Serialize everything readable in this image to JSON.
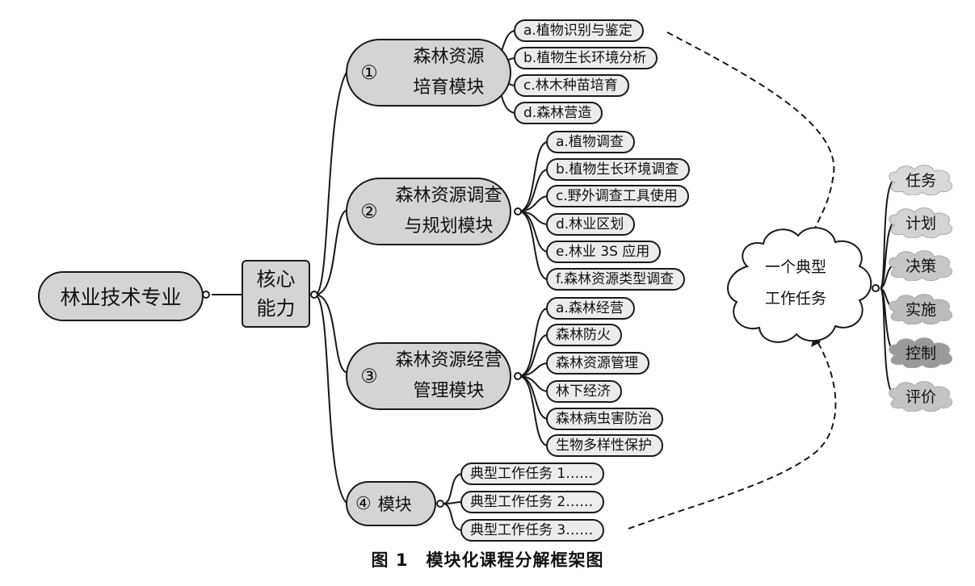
{
  "root": "林业技术专业",
  "core": "核心\n能力",
  "modules": [
    {
      "num": "①",
      "title": "森林资源\n培育模块",
      "items": [
        "a.植物识别与鉴定",
        "b.植物生长环境分析",
        "c.林木种苗培育",
        "d.森林营造"
      ]
    },
    {
      "num": "②",
      "title": "森林资源调查\n与规划模块",
      "items": [
        "a.植物调查",
        "b.植物生长环境调查",
        "c.野外调查工具使用",
        "d.林业区划",
        "e.林业 3S 应用",
        "f.森林资源类型调查"
      ]
    },
    {
      "num": "③",
      "title": "森林资源经营\n管理模块",
      "items": [
        "a.森林经营",
        "森林防火",
        "森林资源管理",
        "林下经济",
        "森林病虫害防治",
        "生物多样性保护"
      ]
    },
    {
      "num": "④",
      "title": "模块",
      "items": [
        "典型工作任务 1……",
        "典型工作任务 2……",
        "典型工作任务 3……"
      ]
    }
  ],
  "typical_task": "一个典型\n工作任务",
  "steps": [
    "任务",
    "计划",
    "决策",
    "实施",
    "控制",
    "评价"
  ],
  "step_colors": [
    "#d9d9d9",
    "#d3d3d3",
    "#c7c7c7",
    "#bcbcbc",
    "#9a9a9a",
    "#c4c4c4"
  ],
  "caption": "图 1　模块化课程分解框架图"
}
